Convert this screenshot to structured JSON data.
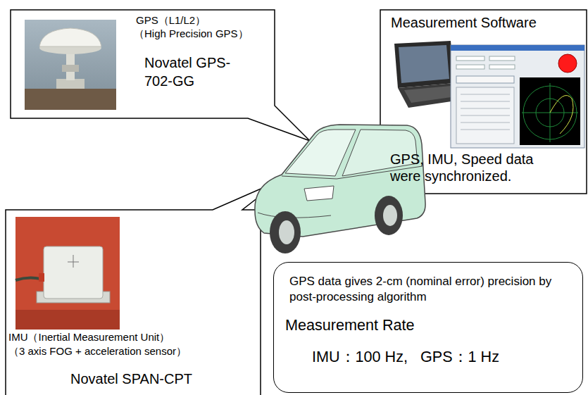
{
  "diagram": {
    "nodes": [
      {
        "text": [
          "GPS（L1/L2）",
          "（High Precision GPS）",
          "Novatel GPS-702-GG"
        ]
      },
      {
        "text": [
          "Measurement Software",
          "GPS, IMU, Speed data were synchronized."
        ]
      },
      {
        "text": [
          "IMU（Inertial Measurement Unit）",
          "（3 axis FOG + acceleration sensor）",
          "Novatel SPAN-CPT"
        ]
      },
      {
        "text": [
          "GPS data gives 2-cm (nominal error) precision by post-processing algorithm",
          "Measurement Rate",
          "IMU：100 Hz,   GPS：1 Hz"
        ]
      }
    ]
  }
}
